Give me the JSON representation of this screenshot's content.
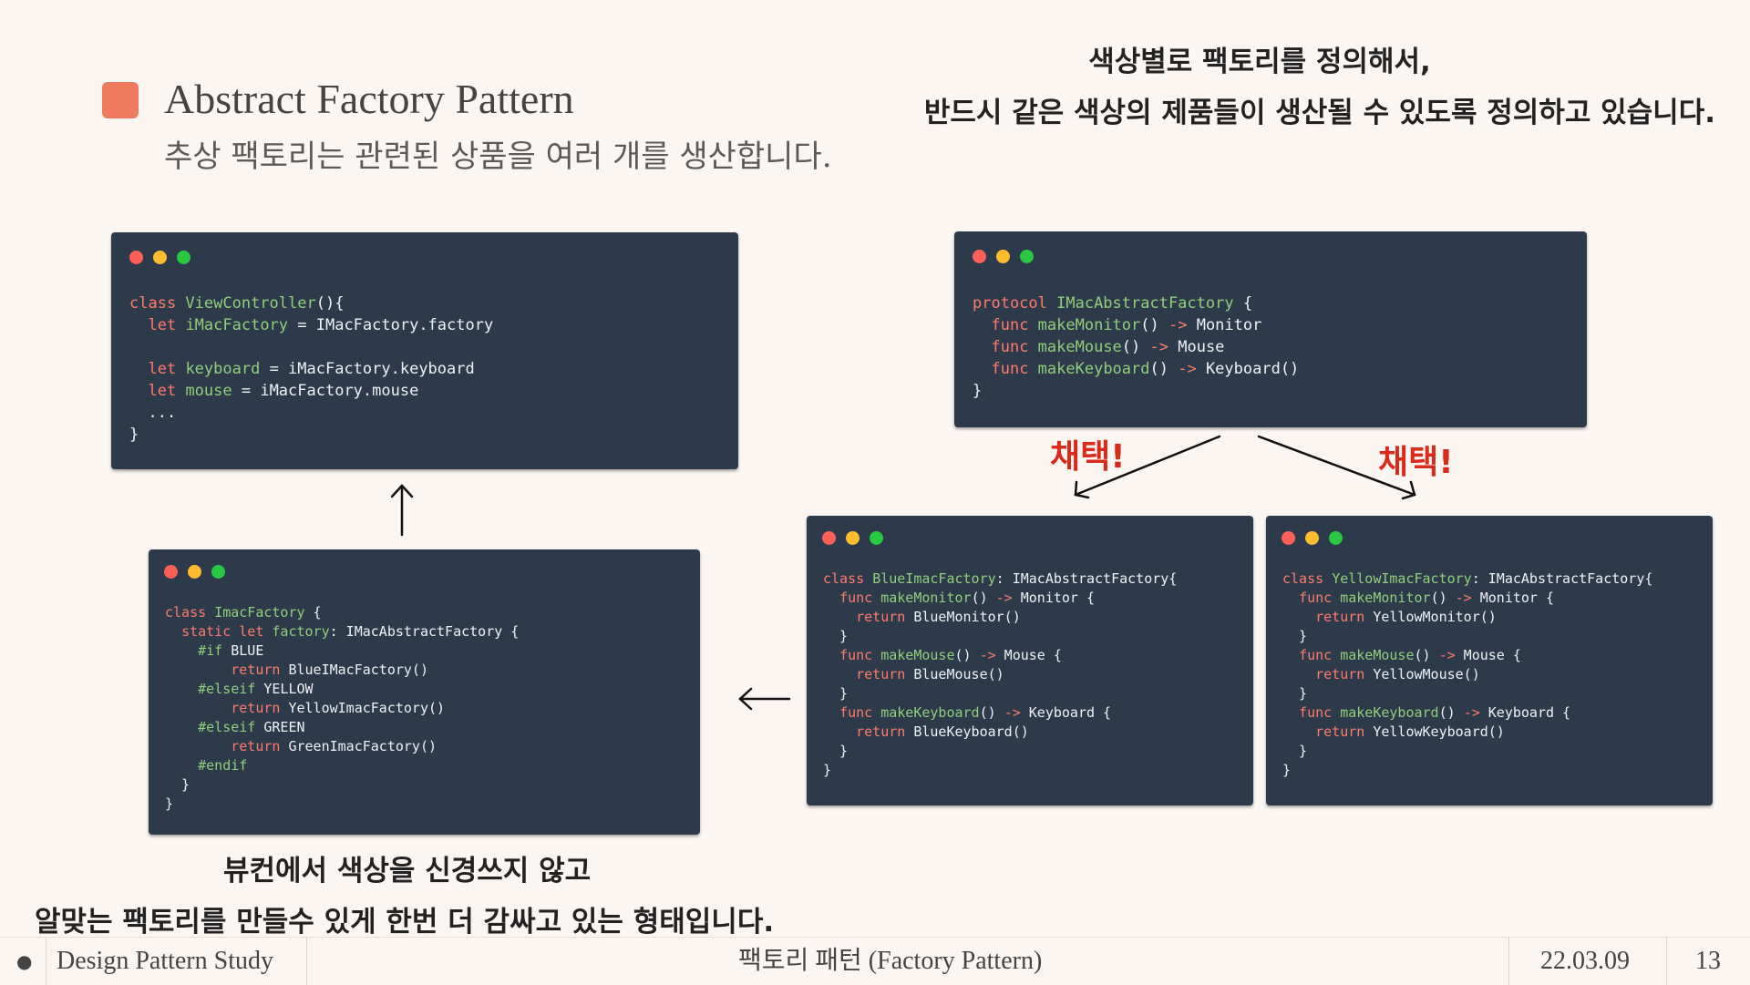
{
  "header": {
    "title": "Abstract Factory Pattern",
    "subtitle": "추상 팩토리는 관련된 상품을 여러 개를 생산합니다.",
    "accent_color": "#ee7a60"
  },
  "notes": {
    "top_right": [
      "색상별로 팩토리를 정의해서,",
      "반드시 같은 색상의 제품들이 생산될 수 있도록 정의하고 있습니다."
    ],
    "bottom_left": [
      "뷰컨에서 색상을 신경쓰지 않고",
      "알맞는 팩토리를 만들수 있게 한번 더 감싸고 있는 형태입니다."
    ]
  },
  "arrow_labels": {
    "left": "채택!",
    "right": "채택!"
  },
  "footer": {
    "study": "Design Pattern Study",
    "topic": "팩토리 패턴 (Factory Pattern)",
    "date": "22.03.09",
    "page": "13"
  },
  "colors": {
    "code_bg": "#2c3a4b",
    "keyword": "#ff7b6b",
    "identifier": "#8fd07a",
    "label_red": "#d92a1a"
  },
  "icons": [
    "close-dot-icon",
    "minimize-dot-icon",
    "maximize-dot-icon",
    "up-arrow-icon",
    "left-arrow-icon",
    "bullet-icon"
  ],
  "code": {
    "view_controller": [
      [
        [
          "kw",
          "class "
        ],
        [
          "fn",
          "ViewController"
        ],
        [
          "",
          "(){"
        ]
      ],
      [
        [
          "",
          "  "
        ],
        [
          "kw",
          "let "
        ],
        [
          "fn",
          "iMacFactory"
        ],
        [
          "",
          " = IMacFactory.factory"
        ]
      ],
      [
        [
          "",
          ""
        ]
      ],
      [
        [
          "",
          "  "
        ],
        [
          "kw",
          "let "
        ],
        [
          "fn",
          "keyboard"
        ],
        [
          "",
          " = iMacFactory.keyboard"
        ]
      ],
      [
        [
          "",
          "  "
        ],
        [
          "kw",
          "let "
        ],
        [
          "fn",
          "mouse"
        ],
        [
          "",
          " = iMacFactory.mouse"
        ]
      ],
      [
        [
          "",
          "  ..."
        ]
      ],
      [
        [
          "",
          "}"
        ]
      ]
    ],
    "abstract_factory": [
      [
        [
          "kw",
          "protocol "
        ],
        [
          "fn",
          "IMacAbstractFactory"
        ],
        [
          "",
          " {"
        ]
      ],
      [
        [
          "",
          "  "
        ],
        [
          "kw",
          "func "
        ],
        [
          "fn",
          "makeMonitor"
        ],
        [
          "",
          "() "
        ],
        [
          "kw",
          "->"
        ],
        [
          "",
          " Monitor"
        ]
      ],
      [
        [
          "",
          "  "
        ],
        [
          "kw",
          "func "
        ],
        [
          "fn",
          "makeMouse"
        ],
        [
          "",
          "() "
        ],
        [
          "kw",
          "->"
        ],
        [
          "",
          " Mouse"
        ]
      ],
      [
        [
          "",
          "  "
        ],
        [
          "kw",
          "func "
        ],
        [
          "fn",
          "makeKeyboard"
        ],
        [
          "",
          "() "
        ],
        [
          "kw",
          "->"
        ],
        [
          "",
          " Keyboard()"
        ]
      ],
      [
        [
          "",
          "}"
        ]
      ]
    ],
    "imac_factory": [
      [
        [
          "kw",
          "class "
        ],
        [
          "fn",
          "ImacFactory"
        ],
        [
          "",
          " {"
        ]
      ],
      [
        [
          "",
          "  "
        ],
        [
          "kw",
          "static let "
        ],
        [
          "fn",
          "factory"
        ],
        [
          "",
          ": IMacAbstractFactory {"
        ]
      ],
      [
        [
          "",
          "    "
        ],
        [
          "cm",
          "#if"
        ],
        [
          "",
          " BLUE"
        ]
      ],
      [
        [
          "",
          "        "
        ],
        [
          "kw",
          "return "
        ],
        [
          "",
          "BlueIMacFactory()"
        ]
      ],
      [
        [
          "",
          "    "
        ],
        [
          "cm",
          "#elseif"
        ],
        [
          "",
          " YELLOW"
        ]
      ],
      [
        [
          "",
          "        "
        ],
        [
          "kw",
          "return "
        ],
        [
          "",
          "YellowImacFactory()"
        ]
      ],
      [
        [
          "",
          "    "
        ],
        [
          "cm",
          "#elseif"
        ],
        [
          "",
          " GREEN"
        ]
      ],
      [
        [
          "",
          "        "
        ],
        [
          "kw",
          "return "
        ],
        [
          "",
          "GreenImacFactory()"
        ]
      ],
      [
        [
          "",
          "    "
        ],
        [
          "cm",
          "#endif"
        ]
      ],
      [
        [
          "",
          "  }"
        ]
      ],
      [
        [
          "",
          "}"
        ]
      ]
    ],
    "blue_factory": [
      [
        [
          "kw",
          "class "
        ],
        [
          "fn",
          "BlueImacFactory"
        ],
        [
          "",
          ": IMacAbstractFactory{"
        ]
      ],
      [
        [
          "",
          "  "
        ],
        [
          "kw",
          "func "
        ],
        [
          "fn",
          "makeMonitor"
        ],
        [
          "",
          "() "
        ],
        [
          "kw",
          "->"
        ],
        [
          "",
          " Monitor {"
        ]
      ],
      [
        [
          "",
          "    "
        ],
        [
          "kw",
          "return "
        ],
        [
          "",
          "BlueMonitor()"
        ]
      ],
      [
        [
          "",
          "  }"
        ]
      ],
      [
        [
          "",
          "  "
        ],
        [
          "kw",
          "func "
        ],
        [
          "fn",
          "makeMouse"
        ],
        [
          "",
          "() "
        ],
        [
          "kw",
          "->"
        ],
        [
          "",
          " Mouse {"
        ]
      ],
      [
        [
          "",
          "    "
        ],
        [
          "kw",
          "return "
        ],
        [
          "",
          "BlueMouse()"
        ]
      ],
      [
        [
          "",
          "  }"
        ]
      ],
      [
        [
          "",
          "  "
        ],
        [
          "kw",
          "func "
        ],
        [
          "fn",
          "makeKeyboard"
        ],
        [
          "",
          "() "
        ],
        [
          "kw",
          "->"
        ],
        [
          "",
          " Keyboard {"
        ]
      ],
      [
        [
          "",
          "    "
        ],
        [
          "kw",
          "return "
        ],
        [
          "",
          "BlueKeyboard()"
        ]
      ],
      [
        [
          "",
          "  }"
        ]
      ],
      [
        [
          "",
          "}"
        ]
      ]
    ],
    "yellow_factory": [
      [
        [
          "kw",
          "class "
        ],
        [
          "fn",
          "YellowImacFactory"
        ],
        [
          "",
          ": IMacAbstractFactory{"
        ]
      ],
      [
        [
          "",
          "  "
        ],
        [
          "kw",
          "func "
        ],
        [
          "fn",
          "makeMonitor"
        ],
        [
          "",
          "() "
        ],
        [
          "kw",
          "->"
        ],
        [
          "",
          " Monitor {"
        ]
      ],
      [
        [
          "",
          "    "
        ],
        [
          "kw",
          "return "
        ],
        [
          "",
          "YellowMonitor()"
        ]
      ],
      [
        [
          "",
          "  }"
        ]
      ],
      [
        [
          "",
          "  "
        ],
        [
          "kw",
          "func "
        ],
        [
          "fn",
          "makeMouse"
        ],
        [
          "",
          "() "
        ],
        [
          "kw",
          "->"
        ],
        [
          "",
          " Mouse {"
        ]
      ],
      [
        [
          "",
          "    "
        ],
        [
          "kw",
          "return "
        ],
        [
          "",
          "YellowMouse()"
        ]
      ],
      [
        [
          "",
          "  }"
        ]
      ],
      [
        [
          "",
          "  "
        ],
        [
          "kw",
          "func "
        ],
        [
          "fn",
          "makeKeyboard"
        ],
        [
          "",
          "() "
        ],
        [
          "kw",
          "->"
        ],
        [
          "",
          " Keyboard {"
        ]
      ],
      [
        [
          "",
          "    "
        ],
        [
          "kw",
          "return "
        ],
        [
          "",
          "YellowKeyboard()"
        ]
      ],
      [
        [
          "",
          "  }"
        ]
      ],
      [
        [
          "",
          "}"
        ]
      ]
    ]
  }
}
